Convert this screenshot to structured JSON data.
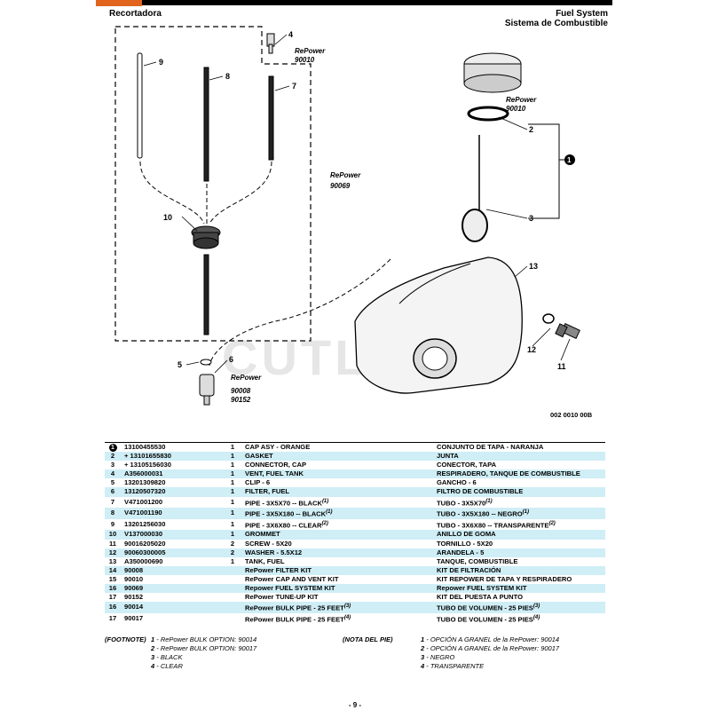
{
  "header": {
    "left_title": "Recortadora",
    "right_title_en": "Fuel System",
    "right_title_es": "Sistema de Combustible"
  },
  "diagram": {
    "callouts": [
      "1",
      "2",
      "3",
      "4",
      "5",
      "6",
      "7",
      "8",
      "9",
      "10",
      "11",
      "12",
      "13"
    ],
    "repower_label": "RePower",
    "kit_codes": {
      "vent": "90010",
      "cap": "90010",
      "fuel_system": "90069",
      "filter_a": "90008",
      "filter_b": "90152"
    },
    "watermark": "CUTLERS",
    "drawing_number": "002 0010 00B"
  },
  "parts": [
    {
      "ref": "1",
      "pn": "13100455530",
      "qty": "1",
      "en": "CAP ASY - ORANGE",
      "es": "CONJUNTO DE TAPA - NARANJA",
      "circled": true
    },
    {
      "ref": "2",
      "pn": "+ 13101655830",
      "qty": "1",
      "en": "GASKET",
      "es": "JUNTA"
    },
    {
      "ref": "3",
      "pn": "+ 13105156030",
      "qty": "1",
      "en": "CONNECTOR, CAP",
      "es": "CONECTOR, TAPA"
    },
    {
      "ref": "4",
      "pn": "A356000031",
      "qty": "1",
      "en": "VENT, FUEL TANK",
      "es": "RESPIRADERO, TANQUE DE COMBUSTIBLE"
    },
    {
      "ref": "5",
      "pn": "13201309820",
      "qty": "1",
      "en": "CLIP - 6",
      "es": "GANCHO - 6"
    },
    {
      "ref": "6",
      "pn": "13120507320",
      "qty": "1",
      "en": "FILTER, FUEL",
      "es": "FILTRO DE COMBUSTIBLE"
    },
    {
      "ref": "7",
      "pn": "V471001200",
      "qty": "1",
      "en": "PIPE - 3X5X70 -- BLACK",
      "en_sup": "(1)",
      "es": "TUBO - 3X5X70",
      "es_sup": "(1)"
    },
    {
      "ref": "8",
      "pn": "V471001190",
      "qty": "1",
      "en": "PIPE - 3X5X180 -- BLACK",
      "en_sup": "(1)",
      "es": "TUBO - 3X5X180 -- NEGRO",
      "es_sup": "(1)"
    },
    {
      "ref": "9",
      "pn": "13201256030",
      "qty": "1",
      "en": "PIPE - 3X6X80 -- CLEAR",
      "en_sup": "(2)",
      "es": "TUBO - 3X6X80 -- TRANSPARENTE",
      "es_sup": "(2)"
    },
    {
      "ref": "10",
      "pn": "V137000030",
      "qty": "1",
      "en": "GROMMET",
      "es": "ANILLO DE GOMA"
    },
    {
      "ref": "11",
      "pn": "90016205020",
      "qty": "2",
      "en": "SCREW - 5X20",
      "es": "TORNILLO - 5X20"
    },
    {
      "ref": "12",
      "pn": "90060300005",
      "qty": "2",
      "en": "WASHER - 5.5X12",
      "es": "ARANDELA - 5"
    },
    {
      "ref": "13",
      "pn": "A350000690",
      "qty": "1",
      "en": "TANK, FUEL",
      "es": "TANQUE, COMBUSTIBLE"
    },
    {
      "ref": "14",
      "pn": "90008",
      "qty": "",
      "en": "RePower FILTER KIT",
      "es": "KIT DE FILTRACIÓN"
    },
    {
      "ref": "15",
      "pn": "90010",
      "qty": "",
      "en": "RePower CAP AND VENT KIT",
      "es": "KIT REPOWER DE TAPA Y RESPIRADERO"
    },
    {
      "ref": "16",
      "pn": "90069",
      "qty": "",
      "en": "Repower FUEL SYSTEM KIT",
      "es": "Repower FUEL SYSTEM KIT"
    },
    {
      "ref": "17",
      "pn": "90152",
      "qty": "",
      "en": "RePower TUNE-UP KIT",
      "es": "KIT DEL PUESTA A PUNTO"
    },
    {
      "ref": "16",
      "pn": "90014",
      "qty": "",
      "en": "RePower BULK PIPE - 25 FEET",
      "en_sup": "(3)",
      "es": "TUBO DE VOLUMEN - 25 PIES",
      "es_sup": "(3)"
    },
    {
      "ref": "17",
      "pn": "90017",
      "qty": "",
      "en": "RePower BULK PIPE - 25 FEET",
      "en_sup": "(4)",
      "es": "TUBO DE VOLUMEN - 25 PIES",
      "es_sup": "(4)"
    }
  ],
  "footnotes_en": {
    "label": "(FOOTNOTE)",
    "items": [
      {
        "n": "1",
        "text": "- RePower BULK OPTION: 90014"
      },
      {
        "n": "2",
        "text": "- RePower BULK OPTION: 90017"
      },
      {
        "n": "3",
        "text": "- BLACK"
      },
      {
        "n": "4",
        "text": "- CLEAR"
      }
    ]
  },
  "footnotes_es": {
    "label": "(NOTA DEL PIE)",
    "items": [
      {
        "n": "1",
        "text": "- OPCIÓN A GRANEL de la RePower: 90014"
      },
      {
        "n": "2",
        "text": "- OPCIÓN A GRANEL de la RePower: 90017"
      },
      {
        "n": "3",
        "text": "- NEGRO"
      },
      {
        "n": "4",
        "text": "- TRANSPARENTE"
      }
    ]
  },
  "page_number": "- 9 -",
  "colors": {
    "brand": "#e0641e",
    "row_stripe": "#cfeef6"
  }
}
